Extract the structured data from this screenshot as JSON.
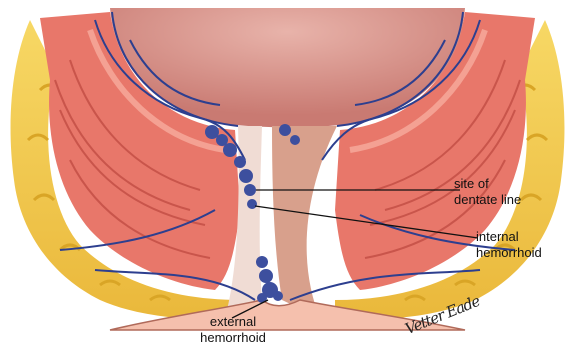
{
  "figure": {
    "labels": {
      "dentate": "site of\ndentate line",
      "internal": "internal\nhemorrhoid",
      "external": "external\nhemorrhoid"
    },
    "signature": "Vetter Eade",
    "colors": {
      "fat": "#f2c84b",
      "fat_shadow": "#d9a526",
      "muscle": "#e8776a",
      "muscle_light": "#f4a193",
      "muscle_stripe": "#c9554b",
      "lumen": "#c97a72",
      "lumen_light": "#e8b3aa",
      "mucosa": "#f0dcd4",
      "vein": "#2d3f8f",
      "hemorrhoid": "#3d4f9e",
      "skin": "#f5c0ad",
      "canal": "#d8a08c"
    }
  }
}
